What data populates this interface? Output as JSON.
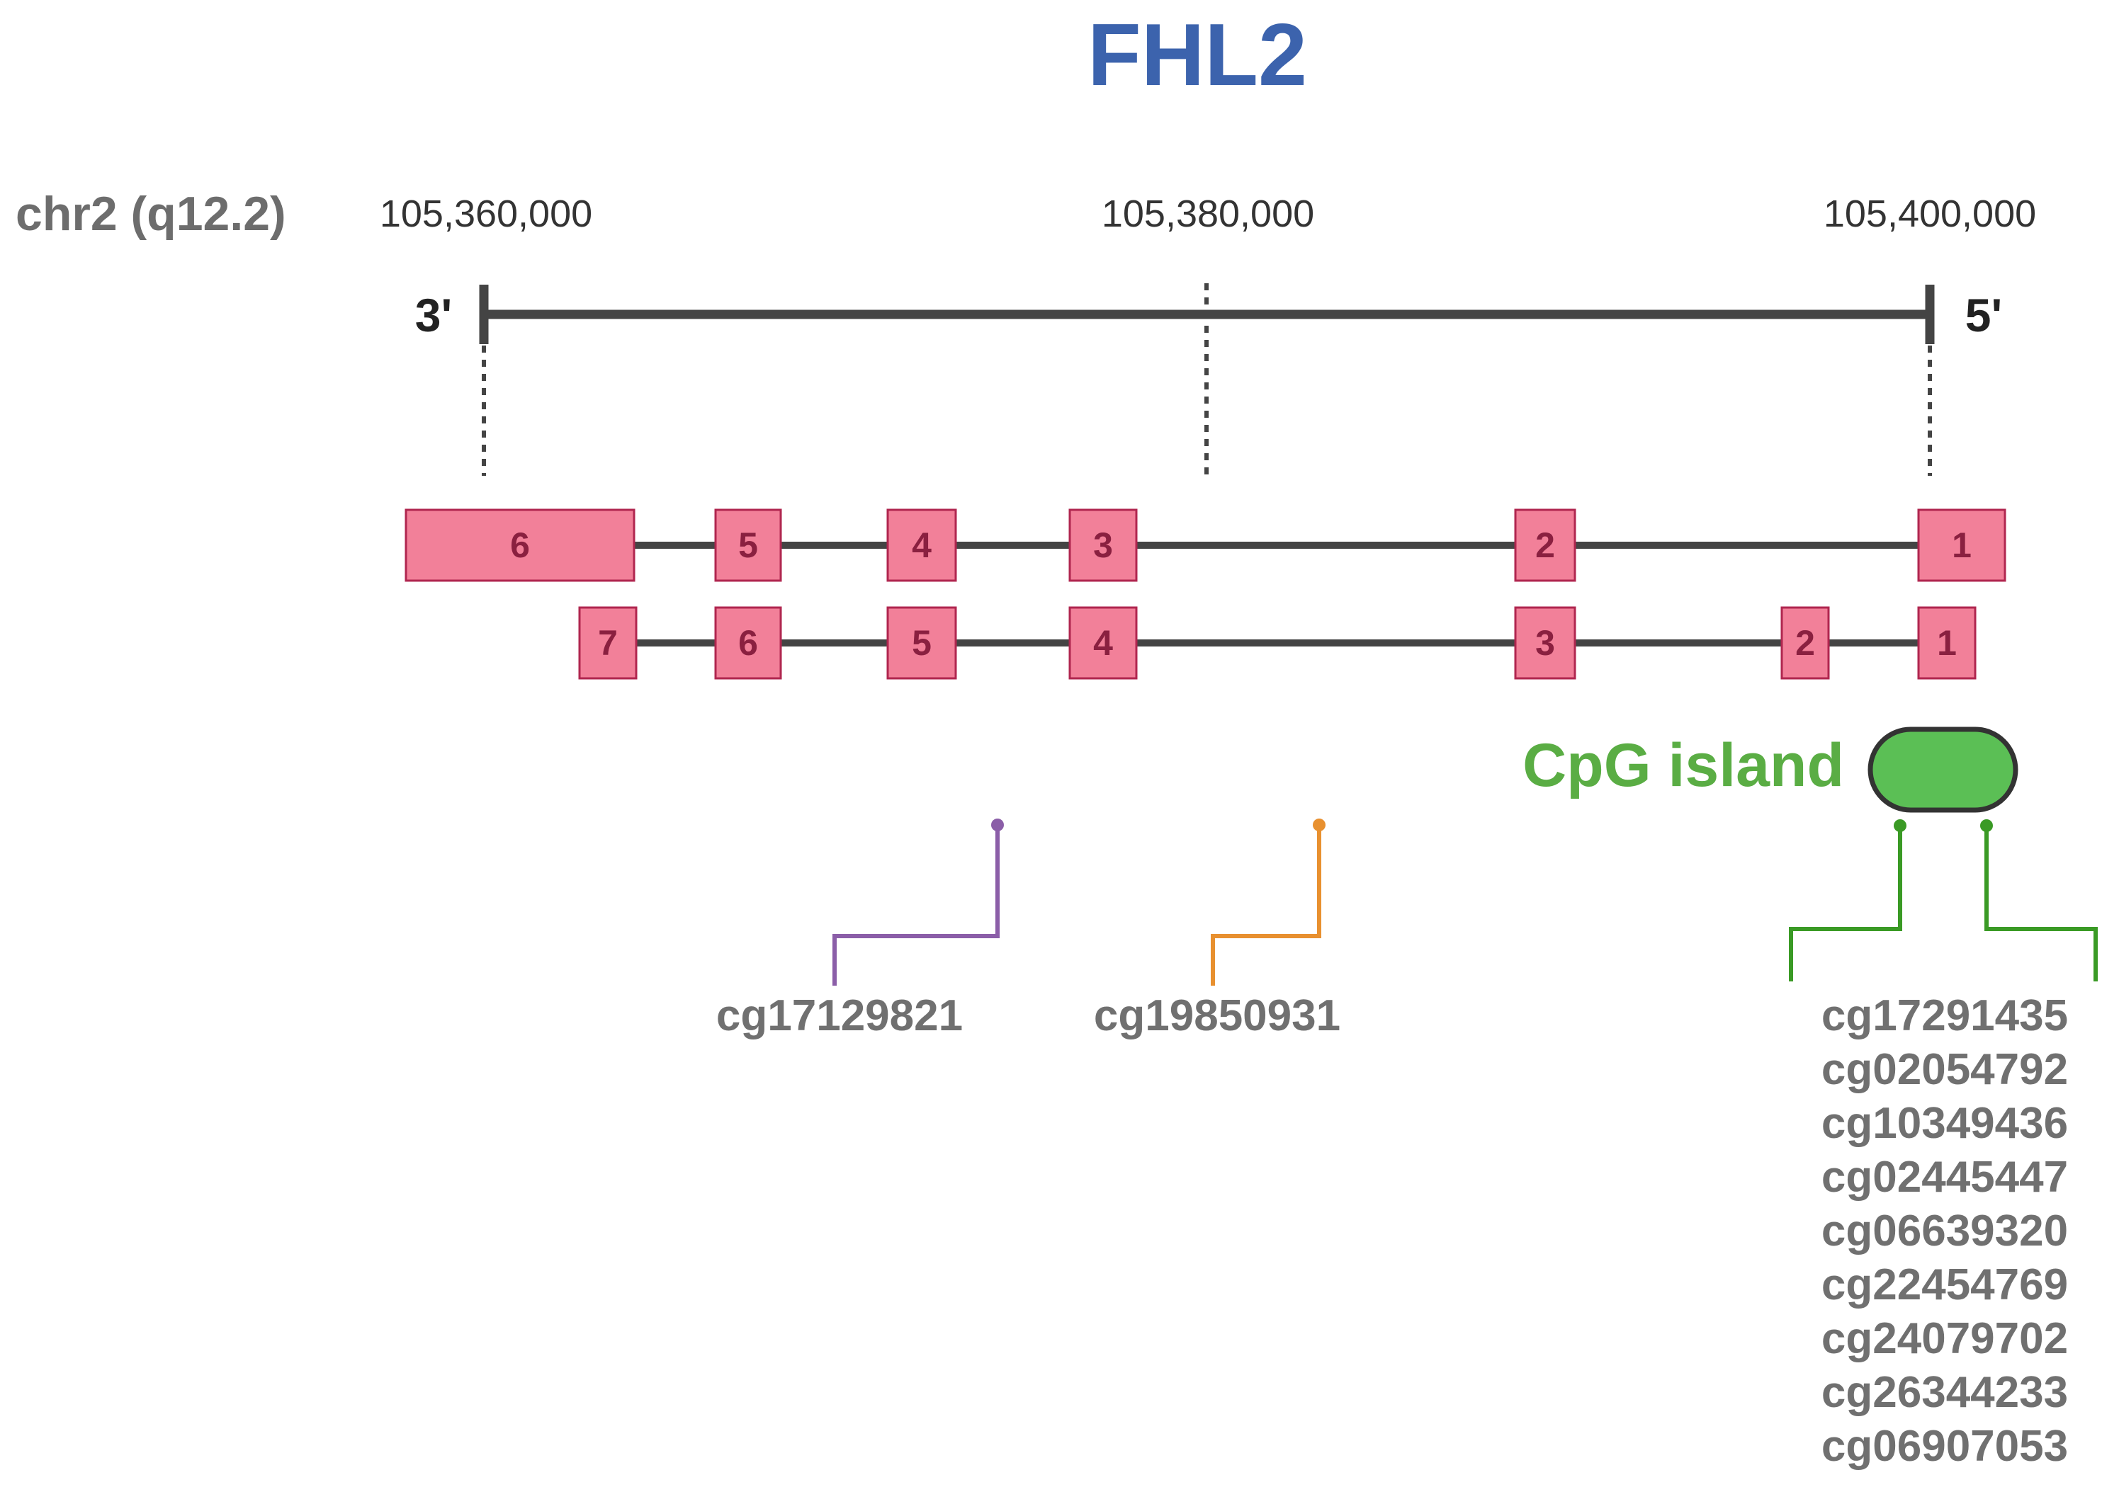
{
  "title": "FHL2",
  "chromosome_label": "chr2 (q12.2)",
  "coordinates": [
    "105,360,000",
    "105,380,000",
    "105,400,000"
  ],
  "end_left": "3'",
  "end_right": "5'",
  "transcripts": [
    {
      "exons": [
        "6",
        "5",
        "4",
        "3",
        "2",
        "1"
      ]
    },
    {
      "exons": [
        "7",
        "6",
        "5",
        "4",
        "3",
        "2",
        "1"
      ]
    }
  ],
  "cpg_label": "CpG island",
  "probes": {
    "purple": "cg17129821",
    "orange": "cg19850931",
    "cpg_group": [
      "cg17291435",
      "cg02054792",
      "cg10349436",
      "cg02445447",
      "cg06639320",
      "cg22454769",
      "cg24079702",
      "cg26344233",
      "cg06907053"
    ]
  },
  "colors": {
    "title": "#3c63ad",
    "exon_fill": "#f28099",
    "exon_stroke": "#b0264f",
    "intron": "#444444",
    "cpg_island": "#5bbf55",
    "cpg_text": "#5aad44",
    "probe_purple": "#8b5ea8",
    "probe_orange": "#e8902f",
    "probe_green": "#3a9a25"
  }
}
